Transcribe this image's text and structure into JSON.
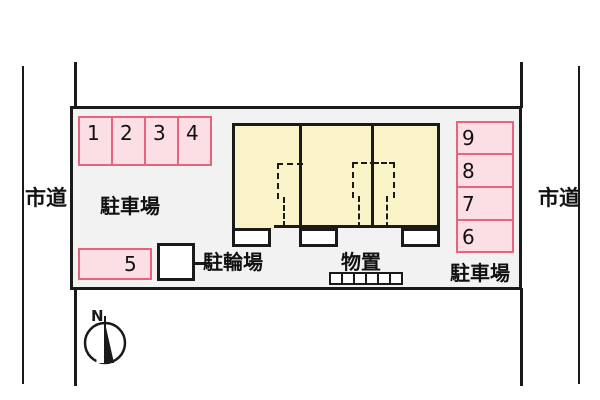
{
  "plan": {
    "title": "apartment-site-plan",
    "roads": [
      {
        "name": "west-road",
        "label": "市道"
      },
      {
        "name": "east-road",
        "label": "市道"
      }
    ],
    "parking_west": {
      "label": "駐車場",
      "stalls": [
        "1",
        "2",
        "3",
        "4",
        "5"
      ]
    },
    "parking_east": {
      "label": "駐車場",
      "stalls": [
        "9",
        "8",
        "7",
        "6"
      ]
    },
    "bicycle_parking": {
      "label": "駐輪場"
    },
    "storage": {
      "label": "物置",
      "cells": 6
    },
    "compass": {
      "label": "N"
    },
    "colors": {
      "stall_fill": "#fcdfe4",
      "stall_stroke": "#e8647c",
      "building_fill": "#faf3c8",
      "site_fill": "#f2f2f2",
      "ink": "#1a1a1a"
    }
  }
}
